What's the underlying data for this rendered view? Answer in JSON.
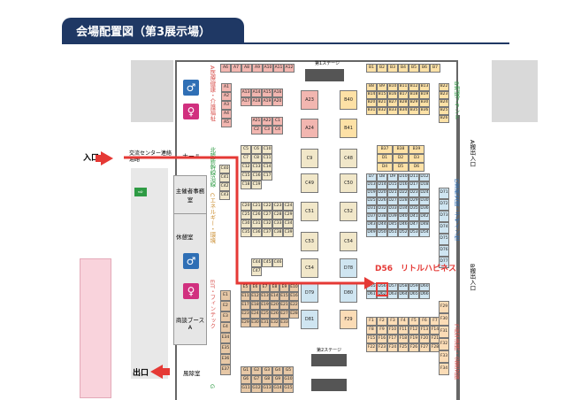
{
  "title": "会場配置図（第3展示場）",
  "labels": {
    "entrance": "入口",
    "exit": "出口",
    "exchange_center": "交流センター連絡通路",
    "hall": "ホール",
    "organizer_office": "主催者事務室",
    "rest_room": "休憩室",
    "consultation": "商談ブースA",
    "wind_room": "風除室",
    "stage1": "第1ステージ",
    "stage2": "第2ステージ",
    "entrance_a": "A搬出入口",
    "entrance_b": "B搬出入口",
    "target": "D56　リトルハピネス"
  },
  "zones": {
    "A": {
      "letter": "A",
      "name": "医療健康・介護福祉"
    },
    "B": {
      "letter": "B",
      "name": "地域ブランド"
    },
    "C": {
      "letter": "C",
      "name": "エネルギー・環境"
    },
    "D": {
      "letter": "D",
      "name": "業務支援・デザイン性"
    },
    "E": {
      "letter": "E",
      "name": "IT・フィンテック"
    },
    "F": {
      "letter": "F",
      "name": "産学連携・企業支援"
    },
    "north": {
      "letter": "",
      "name": "北陸新幹線沿線"
    },
    "G": {
      "letter": "G",
      "name": ""
    }
  },
  "booths": {
    "a_top": [
      "A6",
      "A7",
      "A8",
      "A9",
      "A10",
      "A11",
      "A12"
    ],
    "a_col": [
      "A1",
      "A2",
      "A3",
      "A4",
      "A5"
    ],
    "a_block": [
      "A13",
      "A14",
      "A15",
      "A16",
      "A17",
      "A18",
      "A19",
      "A20"
    ],
    "a_block2": [
      "A21",
      "A22",
      "C1",
      "C2",
      "C3",
      "C4"
    ],
    "a_big": [
      "A23",
      "A24"
    ],
    "b_top": [
      "B1",
      "B2",
      "B3",
      "B4",
      "B5",
      "B6",
      "B7"
    ],
    "b_right": [
      "B22",
      "B23",
      "B24",
      "B25",
      "B26"
    ],
    "b_grid": [
      "B8",
      "B9",
      "B10",
      "B11",
      "B12",
      "B13",
      "B14",
      "B15",
      "B16",
      "B17",
      "B18",
      "B19",
      "B20",
      "B21",
      "B27",
      "B28",
      "B29",
      "B30",
      "B31",
      "B32",
      "B33",
      "B34",
      "B35",
      "B36"
    ],
    "b_big": [
      "B40",
      "B41"
    ],
    "b_small": [
      "B37",
      "B38",
      "B39",
      "D1",
      "D2",
      "D3",
      "D4",
      "D5",
      "D6"
    ],
    "c_col": [
      "C40",
      "C41",
      "C42",
      "C43"
    ],
    "c_grid1": [
      "C5",
      "C6",
      "C10",
      "C7",
      "C8",
      "C11",
      "C12",
      "C13",
      "C14",
      "C15",
      "C16",
      "C17",
      "C18",
      "C19"
    ],
    "c_grid2": [
      "C20",
      "C21",
      "C22",
      "C23",
      "C24",
      "C25",
      "C26",
      "C27",
      "C28",
      "C29",
      "C30",
      "C31",
      "C32",
      "C33",
      "C34",
      "C35",
      "C36",
      "C37",
      "C38",
      "C39"
    ],
    "c_col2": [
      "C44",
      "C45",
      "C46",
      "C47"
    ],
    "c_big": [
      "C9",
      "C48",
      "C49",
      "C50",
      "C51",
      "C52",
      "C53",
      "C54"
    ],
    "d_grid": [
      "D7",
      "D8",
      "D9",
      "D10",
      "D11",
      "D12",
      "D13",
      "D14",
      "D15",
      "D16",
      "D17",
      "D18",
      "D19",
      "D20",
      "D21",
      "D22",
      "D23",
      "D24",
      "D25",
      "D26",
      "D27",
      "D28",
      "D29",
      "D30",
      "D31",
      "D32",
      "D33",
      "D34",
      "D35",
      "D36",
      "D37",
      "D38",
      "D39",
      "D40",
      "D41",
      "D42",
      "D43",
      "D44",
      "D45",
      "D46",
      "D47",
      "D48",
      "D49",
      "D50",
      "D51",
      "D52",
      "D53",
      "D54"
    ],
    "d_row": [
      "D55",
      "D56",
      "D57",
      "D58",
      "D59",
      "D60",
      "D61",
      "D62",
      "D63",
      "D64",
      "D65",
      "D66"
    ],
    "d_side": [
      "D71",
      "D72",
      "D73",
      "D74",
      "D75",
      "D76",
      "D77"
    ],
    "d_big": [
      "D78",
      "D79",
      "D80",
      "D81"
    ],
    "e_grid": [
      "E5",
      "E6",
      "E7",
      "E8",
      "E9",
      "E10",
      "E11",
      "E12",
      "E13",
      "E14",
      "E15",
      "E16",
      "E17",
      "E18",
      "E19",
      "E20",
      "E21",
      "E22",
      "E23",
      "E24",
      "E25",
      "E26",
      "E27",
      "E28",
      "E29",
      "E30",
      "E31",
      "E32",
      "E33"
    ],
    "e_col": [
      "E1",
      "E2",
      "E3",
      "E4",
      "E34",
      "E35",
      "E36",
      "E37"
    ],
    "f_grid": [
      "F1",
      "F2",
      "F3",
      "F4",
      "F5",
      "F6",
      "F7",
      "F8",
      "F9",
      "F10",
      "F11",
      "F12",
      "F13",
      "F14",
      "F15",
      "F16",
      "F17",
      "F18",
      "F19",
      "F20",
      "F21",
      "F22",
      "F23",
      "F24",
      "F25",
      "F26",
      "F27",
      "F28"
    ],
    "f_side": [
      "F29",
      "F30",
      "F31",
      "F32",
      "F33",
      "F34"
    ],
    "g_grid": [
      "G1",
      "G2",
      "G3",
      "G4",
      "G5",
      "G6",
      "G7",
      "G8",
      "G9",
      "G10",
      "G11",
      "G12",
      "G13",
      "G14",
      "G15"
    ]
  },
  "colors": {
    "title_bg": "#1f3864",
    "zone_a": "#f2b6b0",
    "zone_b": "#fde1a6",
    "zone_c": "#f1e7c9",
    "zone_d": "#cfe5f1",
    "zone_e": "#e7c8a6",
    "zone_f": "#fbdcb6",
    "zone_g": "#e7c8a6",
    "route": "#e53935",
    "highlight": "#e53935",
    "gray_room": "#d9d9d9",
    "pink_area": "#f9d3dc",
    "arrow": "#e53935"
  }
}
